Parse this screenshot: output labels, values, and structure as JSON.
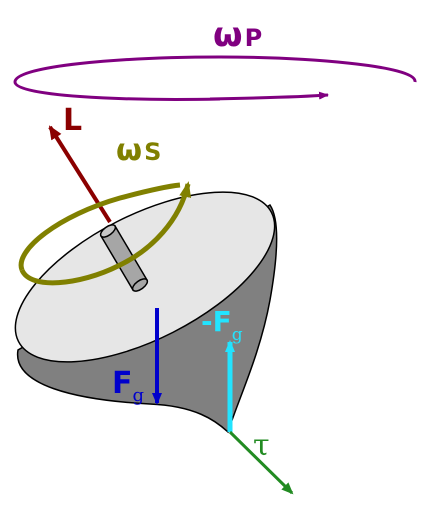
{
  "colors": {
    "precession": "#800080",
    "angular_momentum": "#8b0000",
    "spin": "#808000",
    "gravity": "#0000cc",
    "normal_force": "#22e4ff",
    "torque": "#228b22",
    "top_face": "#e6e6e6",
    "top_body": "#808080",
    "outline": "#000000"
  },
  "labels": {
    "omega_p": {
      "base": "ω",
      "sub": "P"
    },
    "angular_momentum": "L",
    "omega_s": {
      "base": "ω",
      "sub": "S"
    },
    "gravity": {
      "base": "F",
      "sub": "g"
    },
    "normal_force": {
      "base": "-F",
      "sub": "g"
    },
    "torque": "τ"
  }
}
